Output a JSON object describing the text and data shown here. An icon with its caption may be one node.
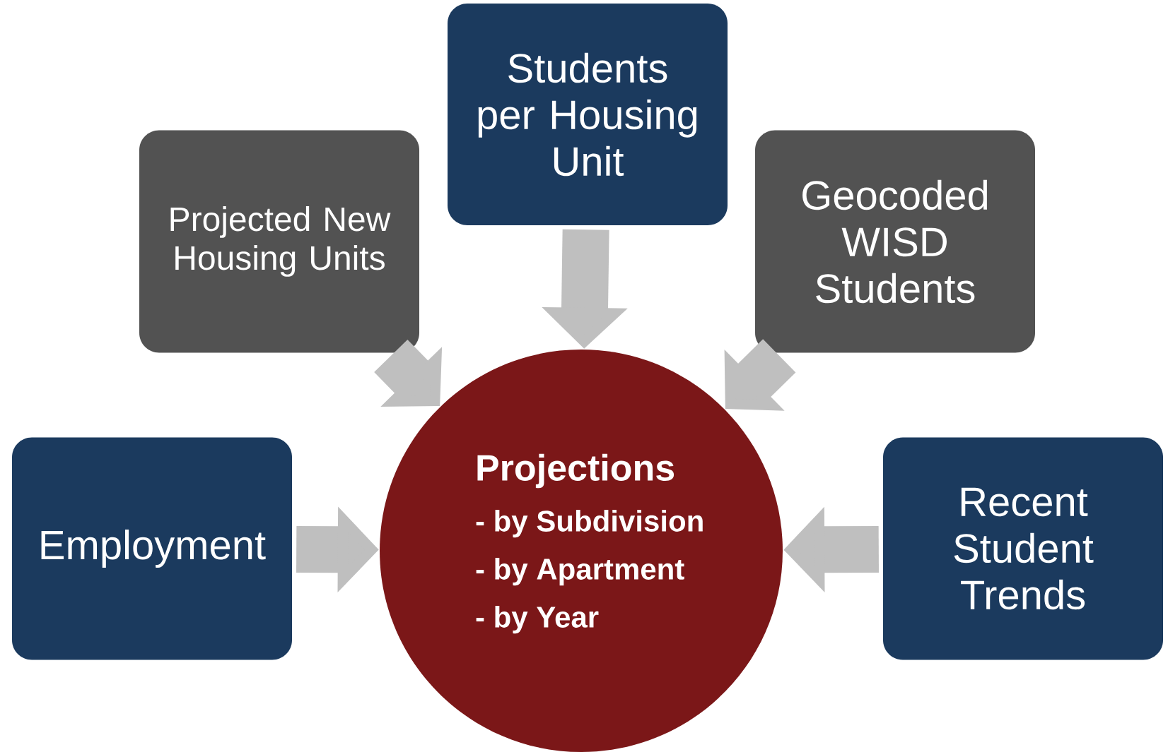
{
  "diagram": {
    "nodes": [
      {
        "text": [
          "Students per Housing Unit"
        ]
      },
      {
        "text": [
          "Projected New Housing Units"
        ]
      },
      {
        "text": [
          "Geocoded WISD Students"
        ]
      },
      {
        "text": [
          "Employment"
        ]
      },
      {
        "text": [
          "Projections",
          "- by Subdivision",
          "- by Apartment",
          "- by Year"
        ]
      },
      {
        "text": [
          "Recent Student Trends"
        ]
      }
    ],
    "edges": [
      {
        "from": 0,
        "to": 4,
        "arrow": "to"
      },
      {
        "from": 1,
        "to": 4,
        "arrow": "to"
      },
      {
        "from": 2,
        "to": 4,
        "arrow": "to"
      },
      {
        "from": 3,
        "to": 4,
        "arrow": "to"
      },
      {
        "from": 5,
        "to": 4,
        "arrow": "to"
      }
    ]
  }
}
